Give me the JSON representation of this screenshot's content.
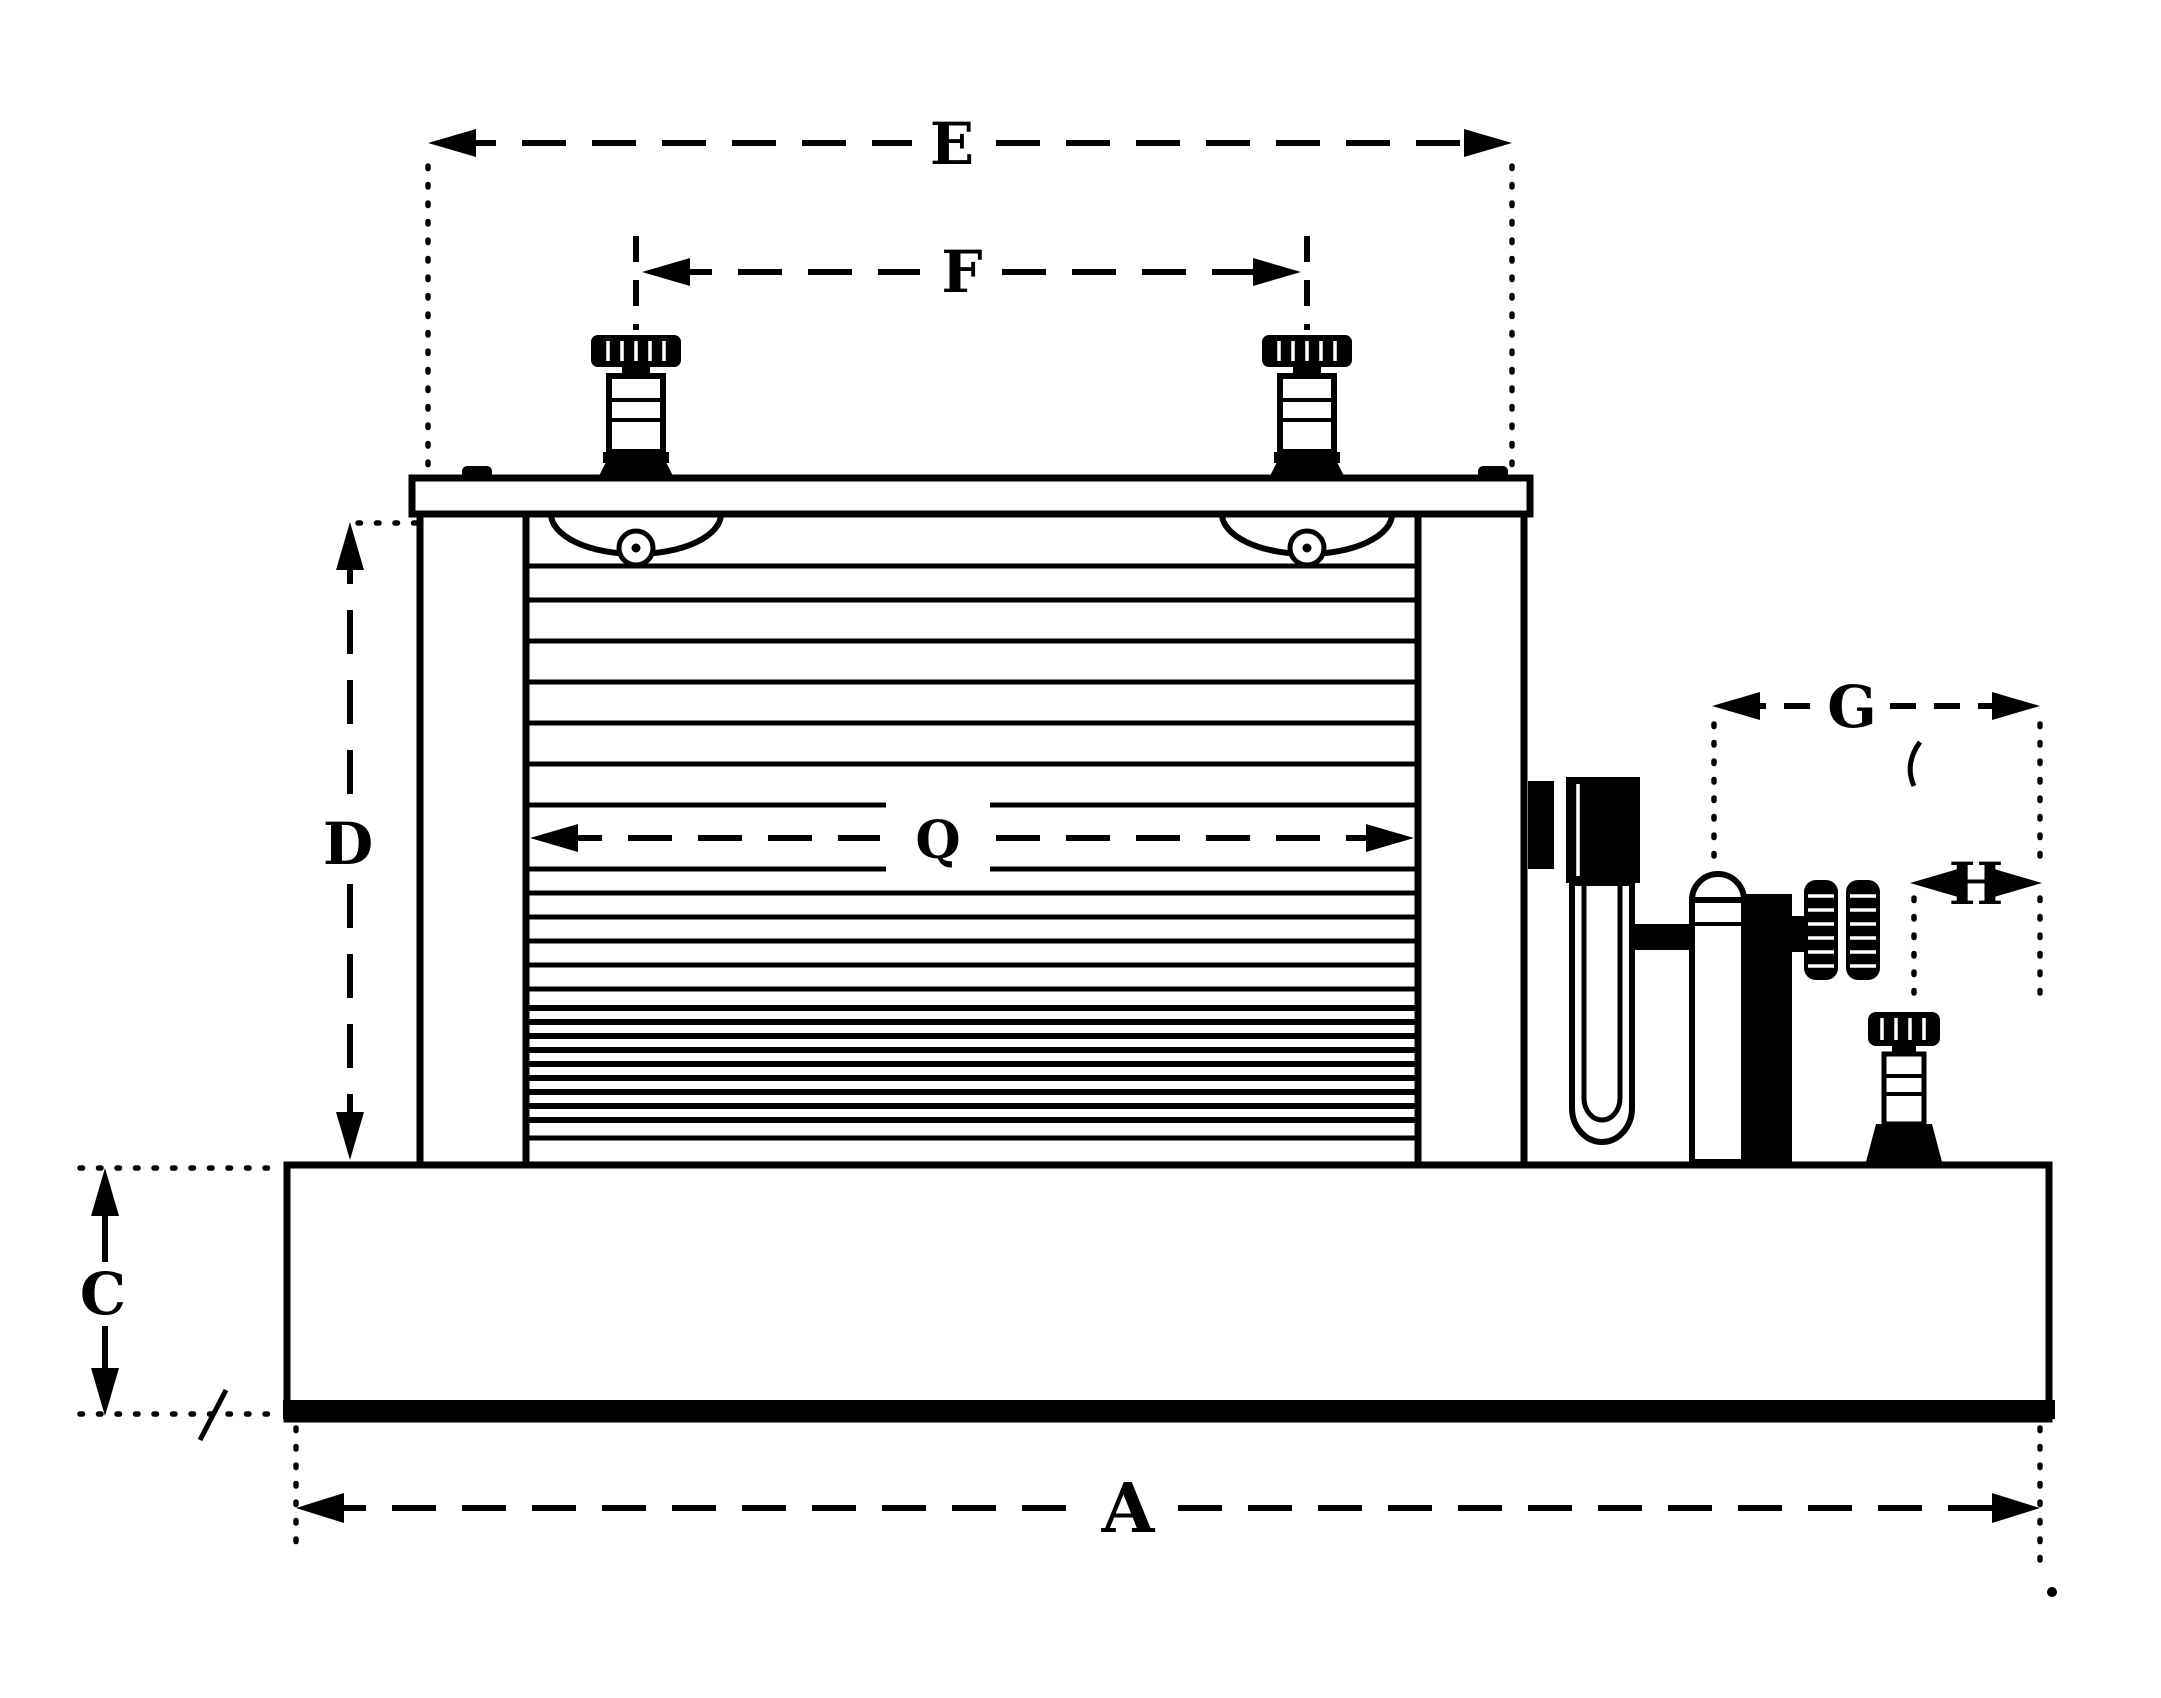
{
  "figure": {
    "type": "technical-line-drawing",
    "description": "Side elevation of an induction coil with vibrator key on a wooden base, annotated with dimension letters",
    "labels": {
      "A": "A",
      "C": "C",
      "D": "D",
      "E": "E",
      "F": "F",
      "G": "G",
      "H": "H",
      "Q": "Q"
    },
    "colors": {
      "ink": "#000000",
      "paper": "#ffffff"
    }
  }
}
